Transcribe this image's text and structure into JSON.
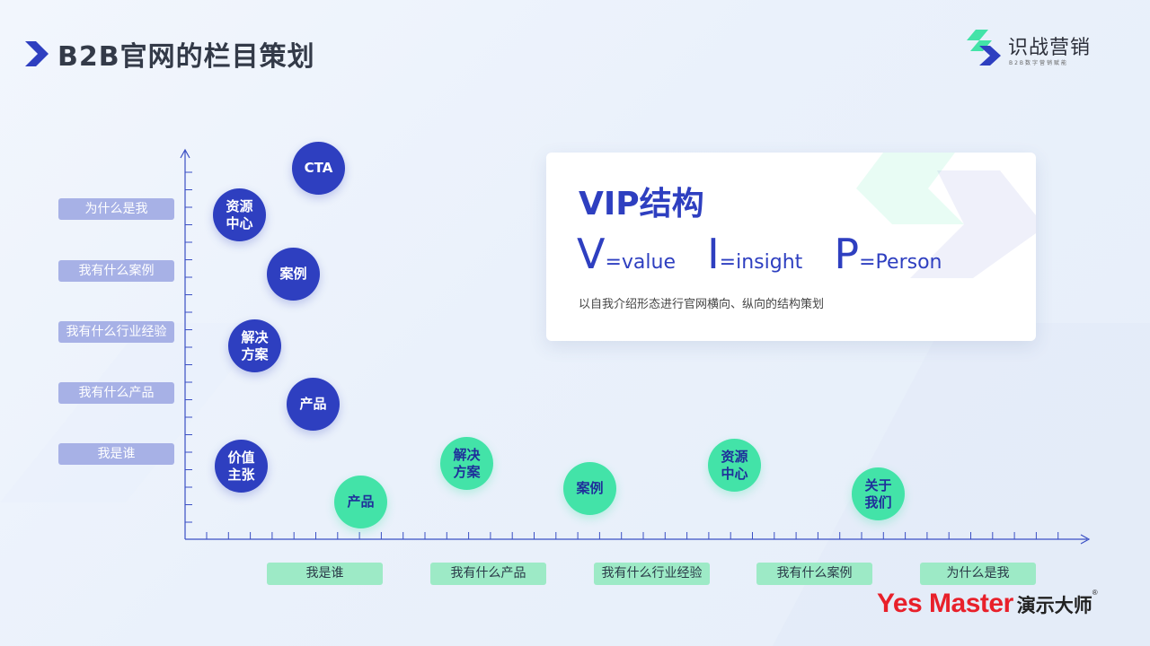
{
  "header": {
    "title": "B2B官网的栏目策划"
  },
  "logo": {
    "name": "识战营销",
    "subtitle": "B2B数字营销赋能"
  },
  "y_axis_labels": [
    "为什么是我",
    "我有什么案例",
    "我有什么行业经验",
    "我有什么产品",
    "我是谁"
  ],
  "x_axis_labels": [
    "我是谁",
    "我有什么产品",
    "我有什么行业经验",
    "我有什么案例",
    "为什么是我"
  ],
  "vertical_items": [
    "CTA",
    "资源\n中心",
    "案例",
    "解决\n方案",
    "产品",
    "价值\n主张"
  ],
  "horizontal_items": [
    "产品",
    "解决\n方案",
    "案例",
    "资源\n中心",
    "关于\n我们"
  ],
  "vip": {
    "title": "VIP结构",
    "items": [
      {
        "letter": "V",
        "rest": "=value"
      },
      {
        "letter": "I",
        "rest": "=insight"
      },
      {
        "letter": "P",
        "rest": "=Person"
      }
    ],
    "description": "以自我介绍形态进行官网横向、纵向的结构策划"
  },
  "brand": {
    "name": "Yes Master",
    "cn": "演示大师",
    "reg": "®"
  },
  "colors": {
    "blue": "#2e3fc0",
    "green": "#43e3a8",
    "ylabel_bg": "#a7b1e6",
    "xlabel_bg": "#9deac6"
  },
  "icons": [
    "chevron-right-icon",
    "logo-mark-icon"
  ]
}
